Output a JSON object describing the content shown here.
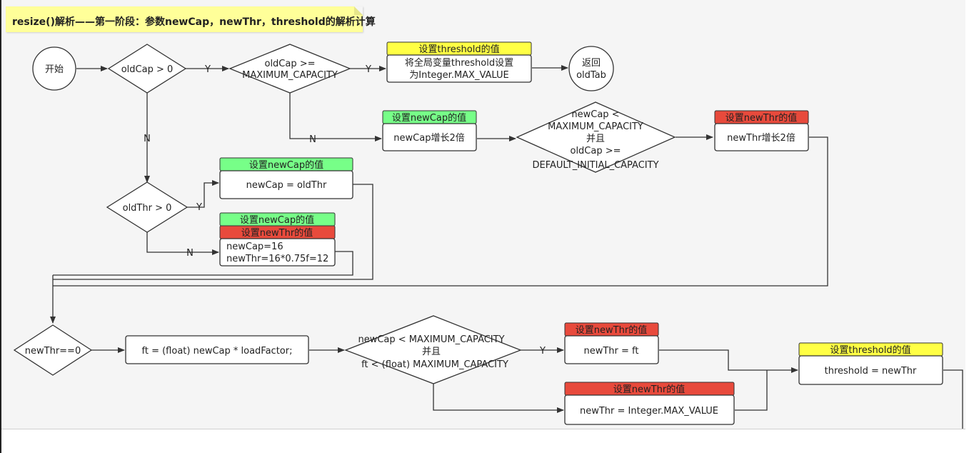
{
  "title": "resize()解析——第一阶段：参数newCap，newThr，threshold的解析计算",
  "colors": {
    "yellow": "#ffff44",
    "green": "#77ff88",
    "red": "#e84a3c",
    "note_bg": "#ffff99",
    "line": "#333333"
  },
  "nodes": {
    "start": "开始",
    "d_oldcap_gt0": "oldCap > 0",
    "d_oldcap_max_1": "oldCap >=",
    "d_oldcap_max_2": "MAXIMUM_CAPACITY",
    "tag_set_threshold_1": "设置threshold的值",
    "box_set_global_1": "将全局变量threshold设置",
    "box_set_global_2": "为Integer.MAX_VALUE",
    "return_1": "返回",
    "return_2": "oldTab",
    "tag_set_newcap_1": "设置newCap的值",
    "box_newcap_double": "newCap增长2倍",
    "d_newcap_cond_1": "newCap <",
    "d_newcap_cond_2": "MAXIMUM_CAPACITY",
    "d_newcap_cond_3": "并且",
    "d_newcap_cond_4": "oldCap >=",
    "d_newcap_cond_5": "DEFAULT_INITIAL_CAPACITY",
    "tag_set_newthr_1": "设置newThr的值",
    "box_newthr_double": "newThr增长2倍",
    "d_oldthr_gt0": "oldThr > 0",
    "tag_set_newcap_2": "设置newCap的值",
    "box_newcap_oldthr": "newCap = oldThr",
    "tag_set_newcap_3": "设置newCap的值",
    "tag_set_newthr_2": "设置newThr的值",
    "box_defaults_1": "newCap=16",
    "box_defaults_2": "newThr=16*0.75f=12",
    "d_newthr_zero": "newThr==0",
    "box_ft": "ft = (float) newCap * loadFactor;",
    "d_ft_cond_1": "newCap < MAXIMUM_CAPACITY",
    "d_ft_cond_2": "并且",
    "d_ft_cond_3": "ft < (float) MAXIMUM_CAPACITY",
    "tag_set_newthr_3": "设置newThr的值",
    "box_newthr_ft": "newThr = ft",
    "tag_set_newthr_4": "设置newThr的值",
    "box_newthr_max": "newThr = Integer.MAX_VALUE",
    "tag_set_threshold_2": "设置threshold的值",
    "box_threshold": "threshold = newThr"
  },
  "labels": {
    "yes": "Y",
    "no": "N"
  }
}
